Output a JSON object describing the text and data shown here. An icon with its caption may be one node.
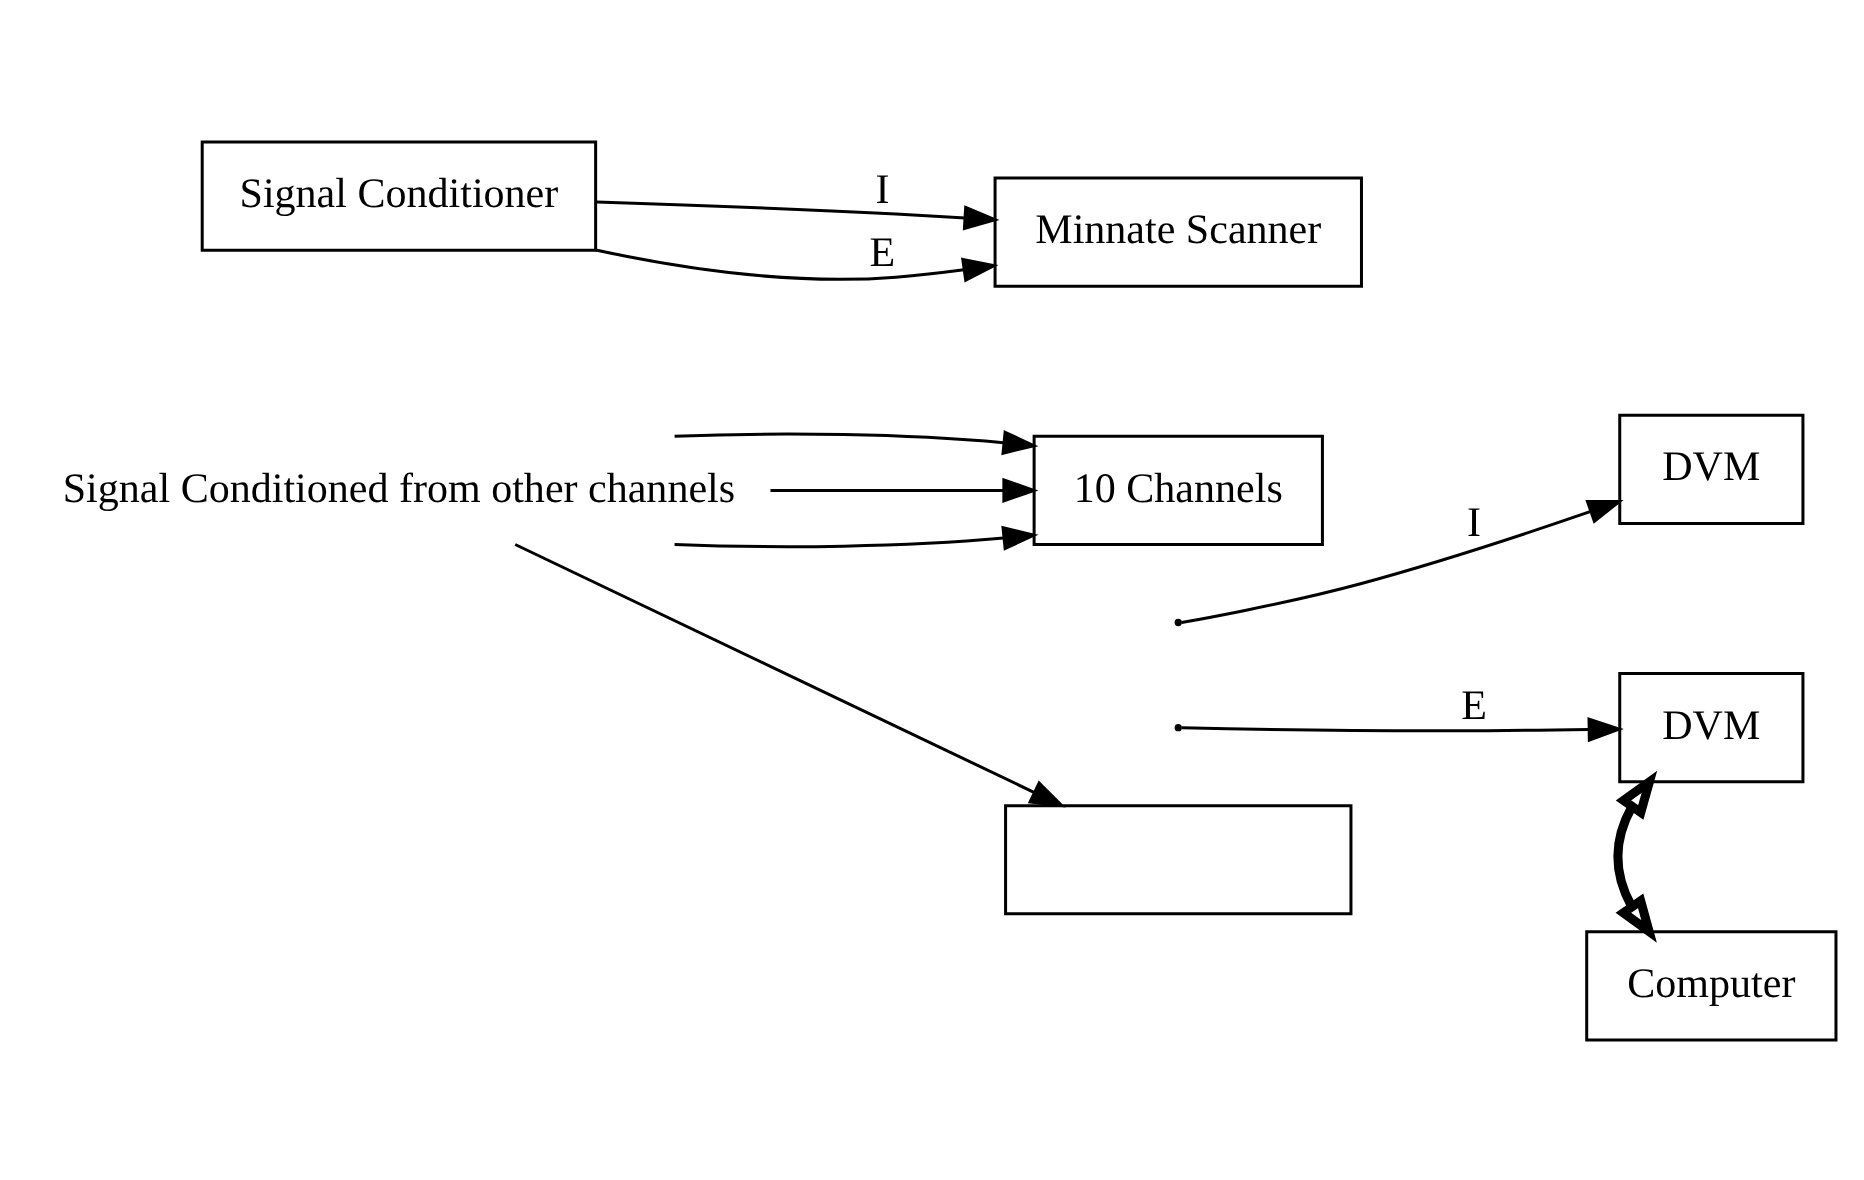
{
  "diagram": {
    "nodes": [
      {
        "text": [
          "Signal Conditioner"
        ]
      },
      {
        "text": [
          "Minnate Scanner"
        ]
      },
      {
        "text": [
          "10 Channels"
        ]
      },
      {
        "text": [],
        "shape": "box"
      },
      {
        "text": [
          "DVM"
        ]
      },
      {
        "text": [
          "DVM"
        ]
      },
      {
        "text": [
          "Computer"
        ]
      },
      {
        "text": [
          "Signal Conditioned from other channels"
        ]
      }
    ],
    "edges": [
      {
        "from": 0,
        "to": 1,
        "arrow": "to",
        "label": "I"
      },
      {
        "from": 0,
        "to": 1,
        "arrow": "to",
        "label": "E"
      },
      {
        "from": 7,
        "to": 2,
        "arrow": "to"
      },
      {
        "from": 7,
        "to": 2,
        "arrow": "to"
      },
      {
        "from": 7,
        "to": 2,
        "arrow": "to"
      },
      {
        "from": 7,
        "to": 3,
        "arrow": "to"
      },
      {
        "from": null,
        "to": 4,
        "arrow": "to",
        "label": "I"
      },
      {
        "from": null,
        "to": 5,
        "arrow": "to",
        "label": "E"
      },
      {
        "from": 5,
        "to": 6,
        "arrow": "both",
        "style": "thick"
      }
    ]
  }
}
